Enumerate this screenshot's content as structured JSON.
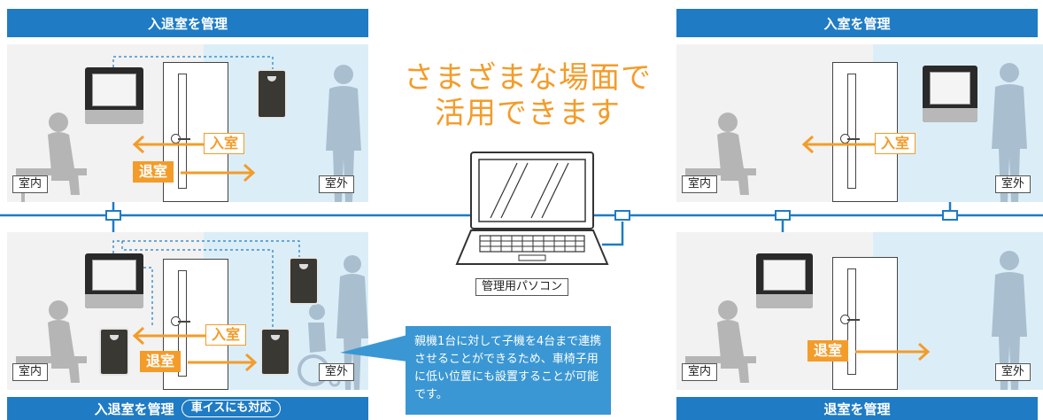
{
  "headline": {
    "line1": "さまざまな場面で",
    "line2": "活用できます"
  },
  "colors": {
    "accent": "#f39c2a",
    "network": "#1f7bc4",
    "outside_bg": "#dbeef8",
    "callout_bg": "#3a97d4"
  },
  "panels": {
    "top_left": {
      "title": "入退室を管理",
      "inside_label": "室内",
      "outside_label": "室外",
      "enter_label": "入室",
      "exit_label": "退室"
    },
    "bottom_left": {
      "title": "入退室を管理",
      "title_sub": "車イスにも対応",
      "inside_label": "室内",
      "outside_label": "室外",
      "enter_label": "入室",
      "exit_label": "退室"
    },
    "top_right": {
      "title": "入室を管理",
      "inside_label": "室内",
      "outside_label": "室外",
      "enter_label": "入室"
    },
    "bottom_right": {
      "title": "退室を管理",
      "inside_label": "室内",
      "outside_label": "室外",
      "exit_label": "退室"
    }
  },
  "pc": {
    "label": "管理用パソコン"
  },
  "callout": {
    "text": "親機1台に対して子機を4台まで連携させることができるため、車椅子用に低い位置にも設置することが可能です。"
  }
}
